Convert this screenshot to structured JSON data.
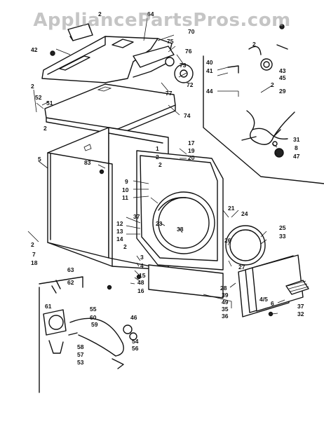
{
  "watermark": "AppliancePartsPros.com",
  "labels": [
    {
      "id": "l2a",
      "text": "2"
    },
    {
      "id": "l64",
      "text": "64"
    },
    {
      "id": "l42",
      "text": "42"
    },
    {
      "id": "l70",
      "text": "70"
    },
    {
      "id": "l75",
      "text": "75"
    },
    {
      "id": "l76",
      "text": "76"
    },
    {
      "id": "l73",
      "text": "73"
    },
    {
      "id": "l77",
      "text": "77"
    },
    {
      "id": "l72",
      "text": "72"
    },
    {
      "id": "l74",
      "text": "74"
    },
    {
      "id": "l2b",
      "text": "2"
    },
    {
      "id": "l52",
      "text": "52"
    },
    {
      "id": "l51",
      "text": "51"
    },
    {
      "id": "l2c",
      "text": "2"
    },
    {
      "id": "l5",
      "text": "5"
    },
    {
      "id": "l83",
      "text": "83"
    },
    {
      "id": "l2d",
      "text": "2"
    },
    {
      "id": "l7",
      "text": "7"
    },
    {
      "id": "l18",
      "text": "18"
    },
    {
      "id": "l9",
      "text": "9"
    },
    {
      "id": "l10",
      "text": "10"
    },
    {
      "id": "l11",
      "text": "11"
    },
    {
      "id": "l1",
      "text": "1"
    },
    {
      "id": "l2e",
      "text": "2"
    },
    {
      "id": "l17",
      "text": "17"
    },
    {
      "id": "l19",
      "text": "19"
    },
    {
      "id": "l20",
      "text": "20"
    },
    {
      "id": "l2f",
      "text": "2"
    },
    {
      "id": "l40",
      "text": "40"
    },
    {
      "id": "l41",
      "text": "41"
    },
    {
      "id": "l44",
      "text": "44"
    },
    {
      "id": "l2g",
      "text": "2"
    },
    {
      "id": "l43",
      "text": "43"
    },
    {
      "id": "l45",
      "text": "45"
    },
    {
      "id": "l2h",
      "text": "2"
    },
    {
      "id": "l29",
      "text": "29"
    },
    {
      "id": "l31",
      "text": "31"
    },
    {
      "id": "l8",
      "text": "8"
    },
    {
      "id": "l47",
      "text": "47"
    },
    {
      "id": "l21",
      "text": "21"
    },
    {
      "id": "l24",
      "text": "24"
    },
    {
      "id": "l23",
      "text": "23"
    },
    {
      "id": "l38",
      "text": "38"
    },
    {
      "id": "l12",
      "text": "12"
    },
    {
      "id": "l13",
      "text": "13"
    },
    {
      "id": "l14",
      "text": "14"
    },
    {
      "id": "l2i",
      "text": "2"
    },
    {
      "id": "l37a",
      "text": "37"
    },
    {
      "id": "l25",
      "text": "25"
    },
    {
      "id": "l33",
      "text": "33"
    },
    {
      "id": "l26",
      "text": "26"
    },
    {
      "id": "l27",
      "text": "27"
    },
    {
      "id": "l3",
      "text": "3"
    },
    {
      "id": "l4",
      "text": "4"
    },
    {
      "id": "l15",
      "text": "15"
    },
    {
      "id": "l48",
      "text": "48"
    },
    {
      "id": "l16",
      "text": "16"
    },
    {
      "id": "l63",
      "text": "63"
    },
    {
      "id": "l62",
      "text": "62"
    },
    {
      "id": "l61",
      "text": "61"
    },
    {
      "id": "l55",
      "text": "55"
    },
    {
      "id": "l60",
      "text": "60"
    },
    {
      "id": "l59",
      "text": "59"
    },
    {
      "id": "l46",
      "text": "46"
    },
    {
      "id": "l54",
      "text": "54"
    },
    {
      "id": "l56",
      "text": "56"
    },
    {
      "id": "l58",
      "text": "58"
    },
    {
      "id": "l57",
      "text": "57"
    },
    {
      "id": "l53",
      "text": "53"
    },
    {
      "id": "l28",
      "text": "28"
    },
    {
      "id": "l39",
      "text": "39"
    },
    {
      "id": "l49",
      "text": "49"
    },
    {
      "id": "l35",
      "text": "35"
    },
    {
      "id": "l36",
      "text": "36"
    },
    {
      "id": "l6",
      "text": "6"
    },
    {
      "id": "l37b",
      "text": "37"
    },
    {
      "id": "l32",
      "text": "32"
    },
    {
      "id": "l45b",
      "text": "4/5"
    }
  ]
}
